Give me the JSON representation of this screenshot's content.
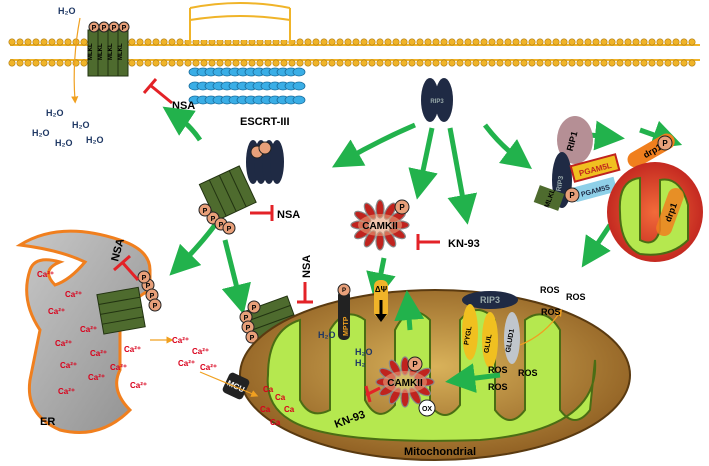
{
  "labels": {
    "escrt": "ESCRT-III",
    "nsa": "NSA",
    "kn93": "KN-93",
    "camkii": "CAMKII",
    "er": "ER",
    "mito": "Mitochondrial",
    "mcu": "MCU",
    "mptp": "MPTP",
    "dpsi": "ΔΨ",
    "ox": "OX",
    "p": "P",
    "mlkl": "MLKL",
    "rip3": "RIP3",
    "rip1": "RIP1",
    "pgam5l": "PGAM5L",
    "pgam5s": "PGAM5S",
    "drp1": "drp1",
    "pygl": "PYGL",
    "glul": "GLUL",
    "glud1": "GLUD1",
    "ros": "ROS",
    "ca": "Ca²⁺",
    "ca_short": "Ca",
    "h2o": "H₂O",
    "h2": "H₂"
  },
  "colors": {
    "arrow": "#22b24c",
    "inhibit": "#e32227",
    "membrane": "#f0b429",
    "mlkl": "#4e6b2e",
    "rip3": "#1f2a44",
    "er_border": "#f07f1e",
    "mito_outer": "#8b5a1f",
    "mito_inner": "#b5e84f",
    "escrt": "#3aaee6"
  }
}
